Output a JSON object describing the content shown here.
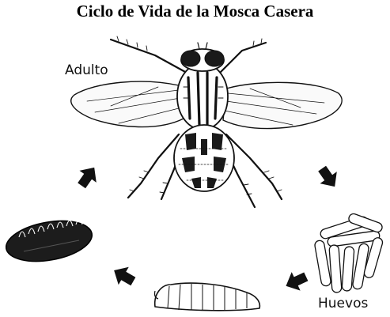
{
  "title": "Ciclo de Vida de la Mosca Casera",
  "stages": {
    "adult": "Adulto",
    "eggs": "Huevos"
  },
  "colors": {
    "ink": "#111111",
    "background": "#ffffff"
  },
  "arrows": [
    "arrow-adult-to-eggs",
    "arrow-eggs-to-larva",
    "arrow-larva-to-pupa",
    "arrow-pupa-to-adult"
  ]
}
